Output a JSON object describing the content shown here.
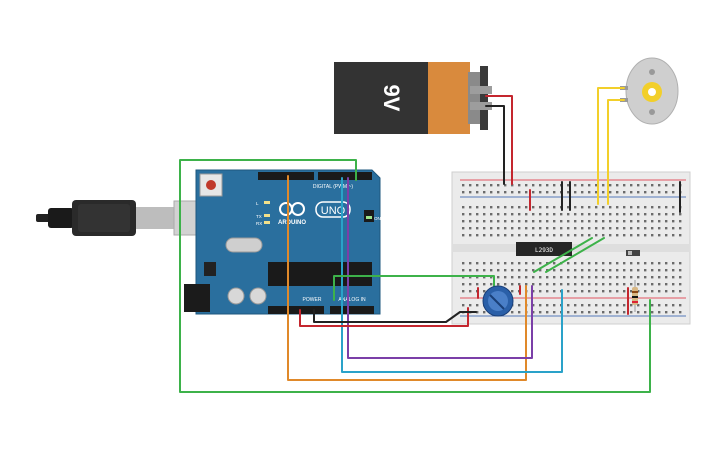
{
  "circuit": {
    "battery": {
      "label": "9V"
    },
    "arduino": {
      "brand": "ARDUINO",
      "model": "UNO",
      "digital_label": "DIGITAL (PWM ~)",
      "power_label": "POWER",
      "analog_label": "ANALOG IN",
      "on_label": "ON",
      "tx_label": "TX",
      "rx_label": "RX",
      "l_label": "L"
    },
    "driver_chip": {
      "label": "L293D"
    },
    "colors": {
      "arduino_board": "#2a6f9e",
      "breadboard": "#ebebeb",
      "battery_body": "#333333",
      "battery_cap": "#d98a3d",
      "wire_green": "#3db24a",
      "wire_orange": "#e0892a",
      "wire_purple": "#7b3fa8",
      "wire_blue": "#2aa2c9",
      "wire_red": "#c4262e",
      "wire_black": "#222222",
      "wire_yellow": "#f2cf2a"
    }
  }
}
